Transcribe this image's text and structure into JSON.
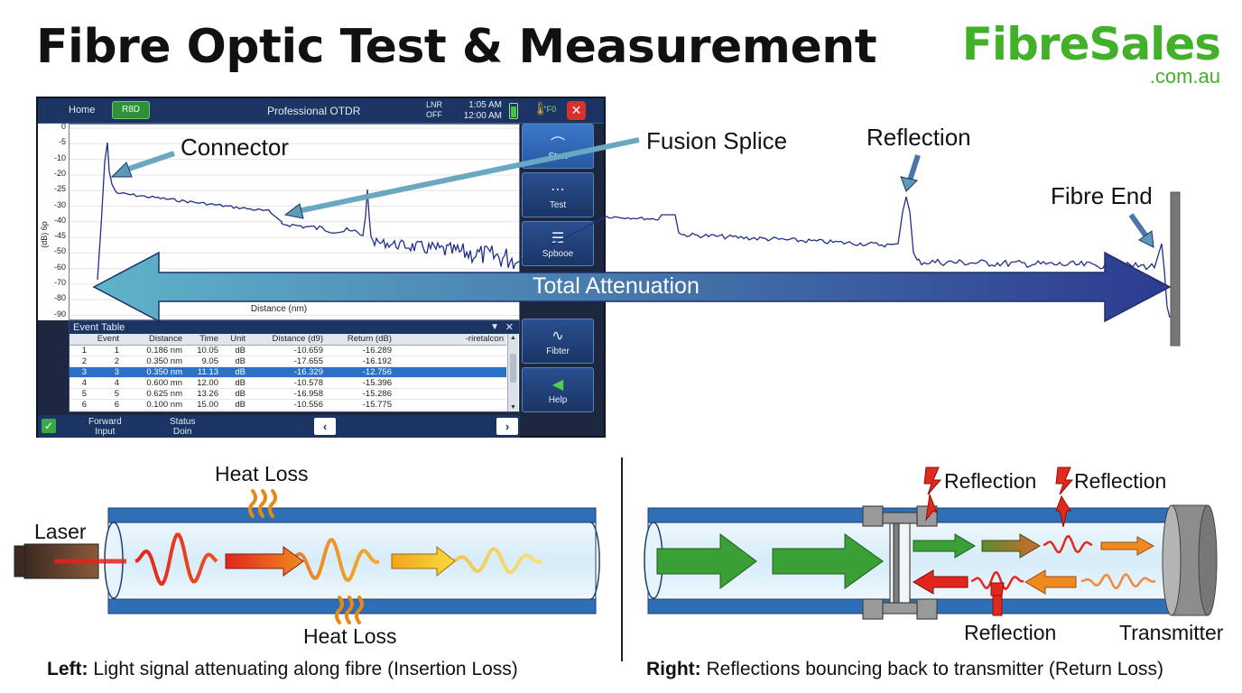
{
  "title": "Fibre Optic Test & Measurement",
  "logo": {
    "main": "FibreSales",
    "sub": ".com.au"
  },
  "device": {
    "home": "Home",
    "tab": "R8D",
    "window_title": "Professional OTDR",
    "lnr_line1": "LNR",
    "lnr_line2": "OFF",
    "time1": "1:05 AM",
    "time2": "12:00 AM",
    "temp_label": "°F0",
    "y_axis_label": "(dB) 6p",
    "x_axis_label": "Distance (nm)",
    "y_ticks": [
      "0",
      "-5",
      "-10",
      "-20",
      "-25",
      "-30",
      "-40",
      "-45",
      "-50",
      "-60",
      "-70",
      "-80",
      "-90"
    ],
    "side_buttons": [
      {
        "label": "Start",
        "icon": "trace-icon"
      },
      {
        "label": "Test",
        "icon": "test-icon"
      },
      {
        "label": "Spbooe",
        "icon": "splice-icon"
      },
      {
        "label": "Fibter",
        "icon": "fibre-icon"
      },
      {
        "label": "Help",
        "icon": "help-icon"
      }
    ],
    "event_table": {
      "title": "Event Table",
      "columns": [
        "",
        "Event",
        "Distance",
        "Time",
        "Unit",
        "Distance (d9)",
        "Return (dB)",
        "-riretalcon"
      ],
      "rows": [
        [
          "1",
          "1",
          "0.186 nm",
          "10.05",
          "dB",
          "-10.659",
          "-16.289",
          ""
        ],
        [
          "2",
          "2",
          "0.350 nm",
          "9.05",
          "dB",
          "-17.655",
          "-16.192",
          ""
        ],
        [
          "3",
          "3",
          "0.350 nm",
          "11.13",
          "dB",
          "-16.329",
          "-12.756",
          ""
        ],
        [
          "4",
          "4",
          "0.600 mn",
          "12.00",
          "dB",
          "-10.578",
          "-15.396",
          ""
        ],
        [
          "5",
          "5",
          "0.625 nm",
          "13.26",
          "dB",
          "-16.958",
          "-15.286",
          ""
        ],
        [
          "6",
          "6",
          "0.100 nm",
          "15.00",
          "dB",
          "-10.556",
          "-15.775",
          ""
        ]
      ],
      "selected_row": 2
    },
    "bottom": {
      "forward": "Forward",
      "input": "Input",
      "status": "Status",
      "doin": "Doin"
    }
  },
  "labels": {
    "connector": "Connector",
    "fusion_splice": "Fusion Splice",
    "reflection_top": "Reflection",
    "fibre_end": "Fibre End",
    "total_attenuation": "Total Attenuation"
  },
  "left_diagram": {
    "laser": "Laser",
    "heat_loss_top": "Heat Loss",
    "heat_loss_bottom": "Heat Loss",
    "caption_bold": "Left:",
    "caption_text": " Light signal attenuating along fibre (Insertion Loss)"
  },
  "right_diagram": {
    "reflection1": "Reflection",
    "reflection2": "Reflection",
    "reflection3": "Reflection",
    "transmitter": "Transmitter",
    "caption_bold": "Right:",
    "caption_text": " Reflections bouncing back to transmitter (Return Loss)"
  },
  "colors": {
    "brand_green": "#43b02a",
    "trace_blue": "#1f2f8a",
    "attenuation_start": "#5fb3c9",
    "attenuation_end": "#2d3b8f",
    "fibre_blue": "#2f6fb5",
    "heat_orange": "#e58a1a",
    "reflection_red": "#e12a1e",
    "signal_green": "#3aa035"
  }
}
